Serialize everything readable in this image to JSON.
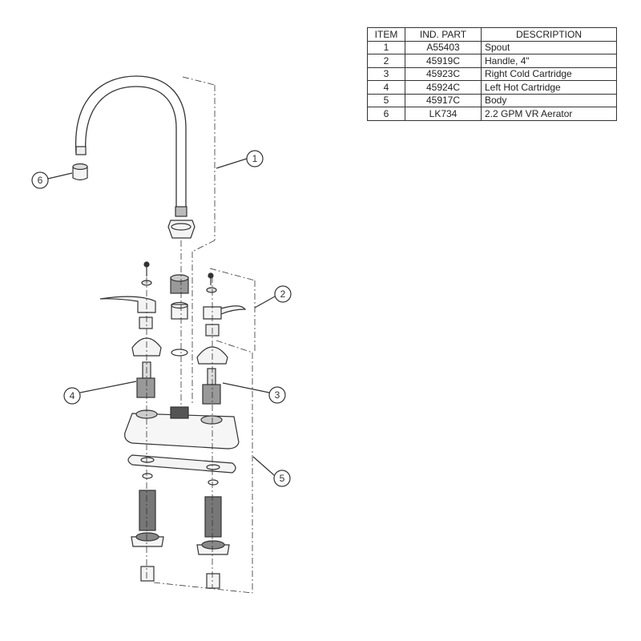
{
  "parts_table": {
    "headers": [
      "ITEM",
      "IND. PART",
      "DESCRIPTION"
    ],
    "rows": [
      {
        "item": "1",
        "part": "A55403",
        "description": "Spout"
      },
      {
        "item": "2",
        "part": "45919C",
        "description": "Handle, 4\""
      },
      {
        "item": "3",
        "part": "45923C",
        "description": "Right Cold Cartridge"
      },
      {
        "item": "4",
        "part": "45924C",
        "description": "Left Hot Cartridge"
      },
      {
        "item": "5",
        "part": "45917C",
        "description": "Body"
      },
      {
        "item": "6",
        "part": "LK734",
        "description": "2.2 GPM VR Aerator"
      }
    ]
  },
  "callouts": [
    "1",
    "2",
    "3",
    "4",
    "5",
    "6"
  ],
  "colors": {
    "line": "#333333",
    "fill": "#f4f4f4"
  }
}
